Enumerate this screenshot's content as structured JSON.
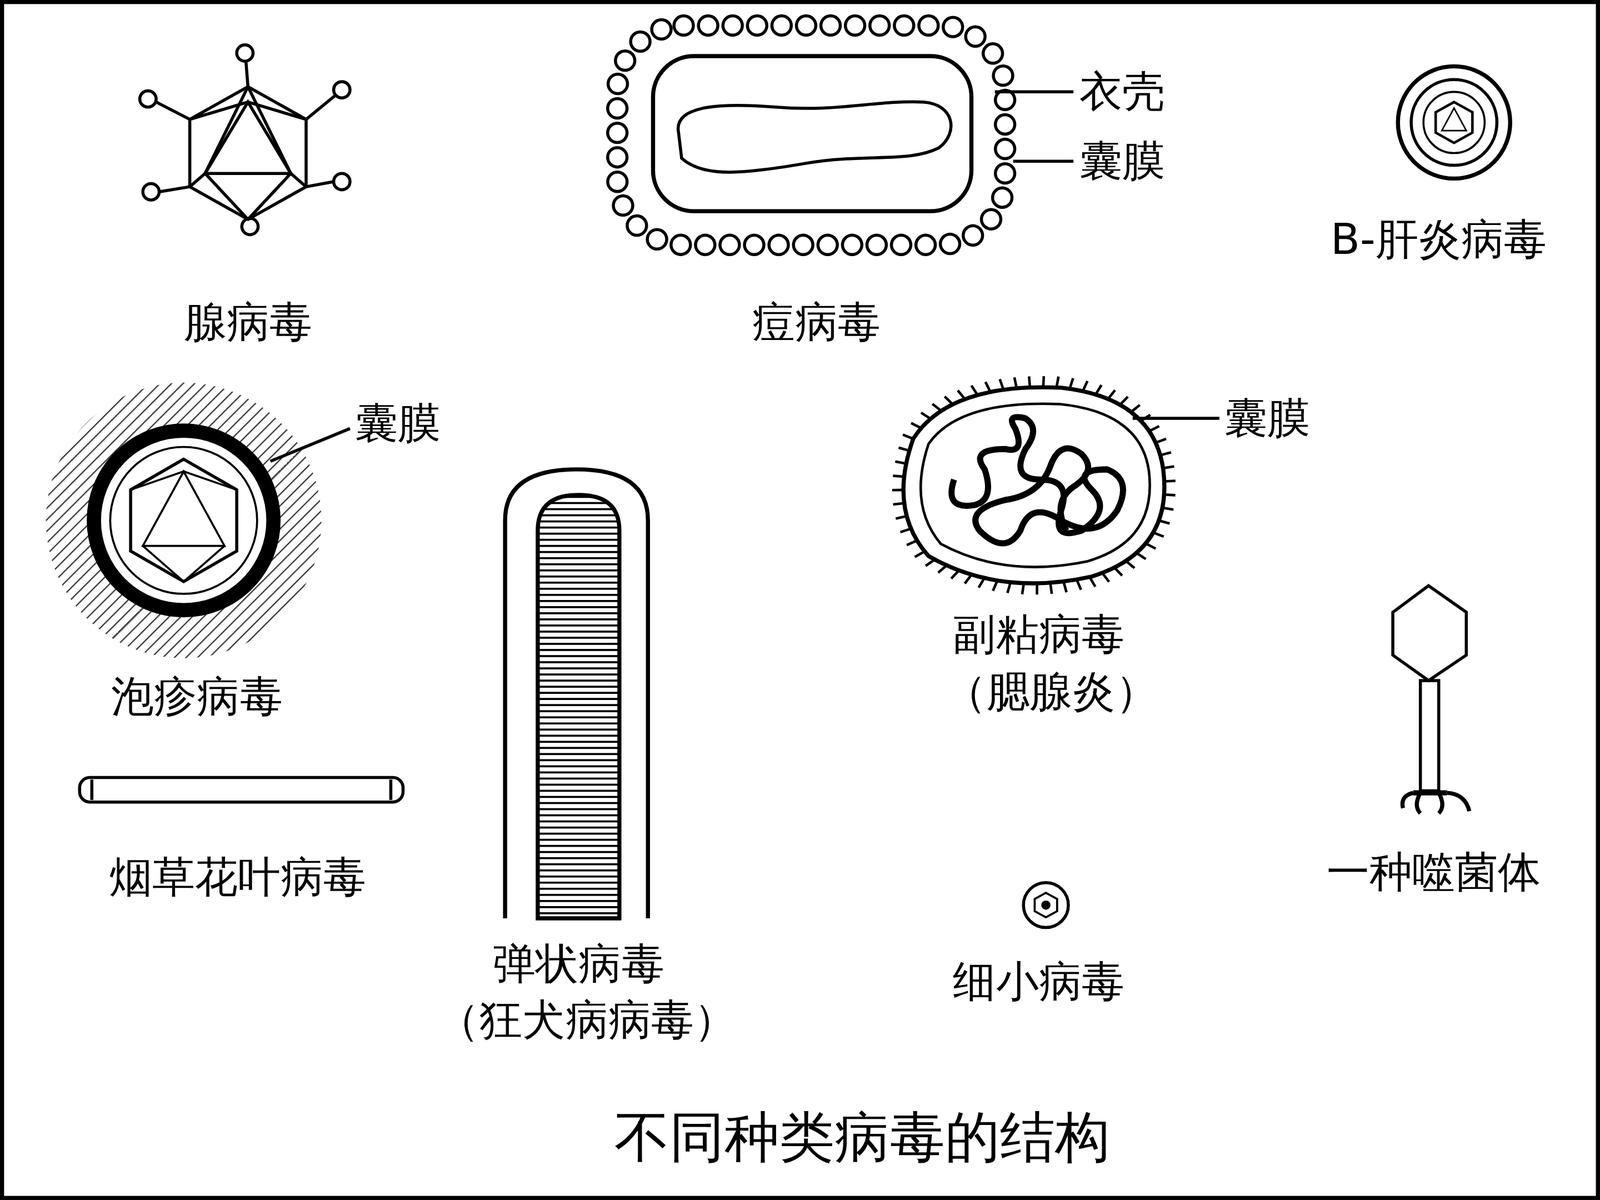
{
  "diagram": {
    "caption": "不同种类病毒的结构",
    "labels": [
      "腺病毒",
      "衣壳",
      "囊膜",
      "痘病毒",
      "B-肝炎病毒",
      "囊膜",
      "泡疹病毒",
      "囊膜",
      "副粘病毒",
      "（腮腺炎）",
      "烟草花叶病毒",
      "弹状病毒",
      "（狂犬病病毒）",
      "细小病毒",
      "一种噬菌体"
    ]
  }
}
